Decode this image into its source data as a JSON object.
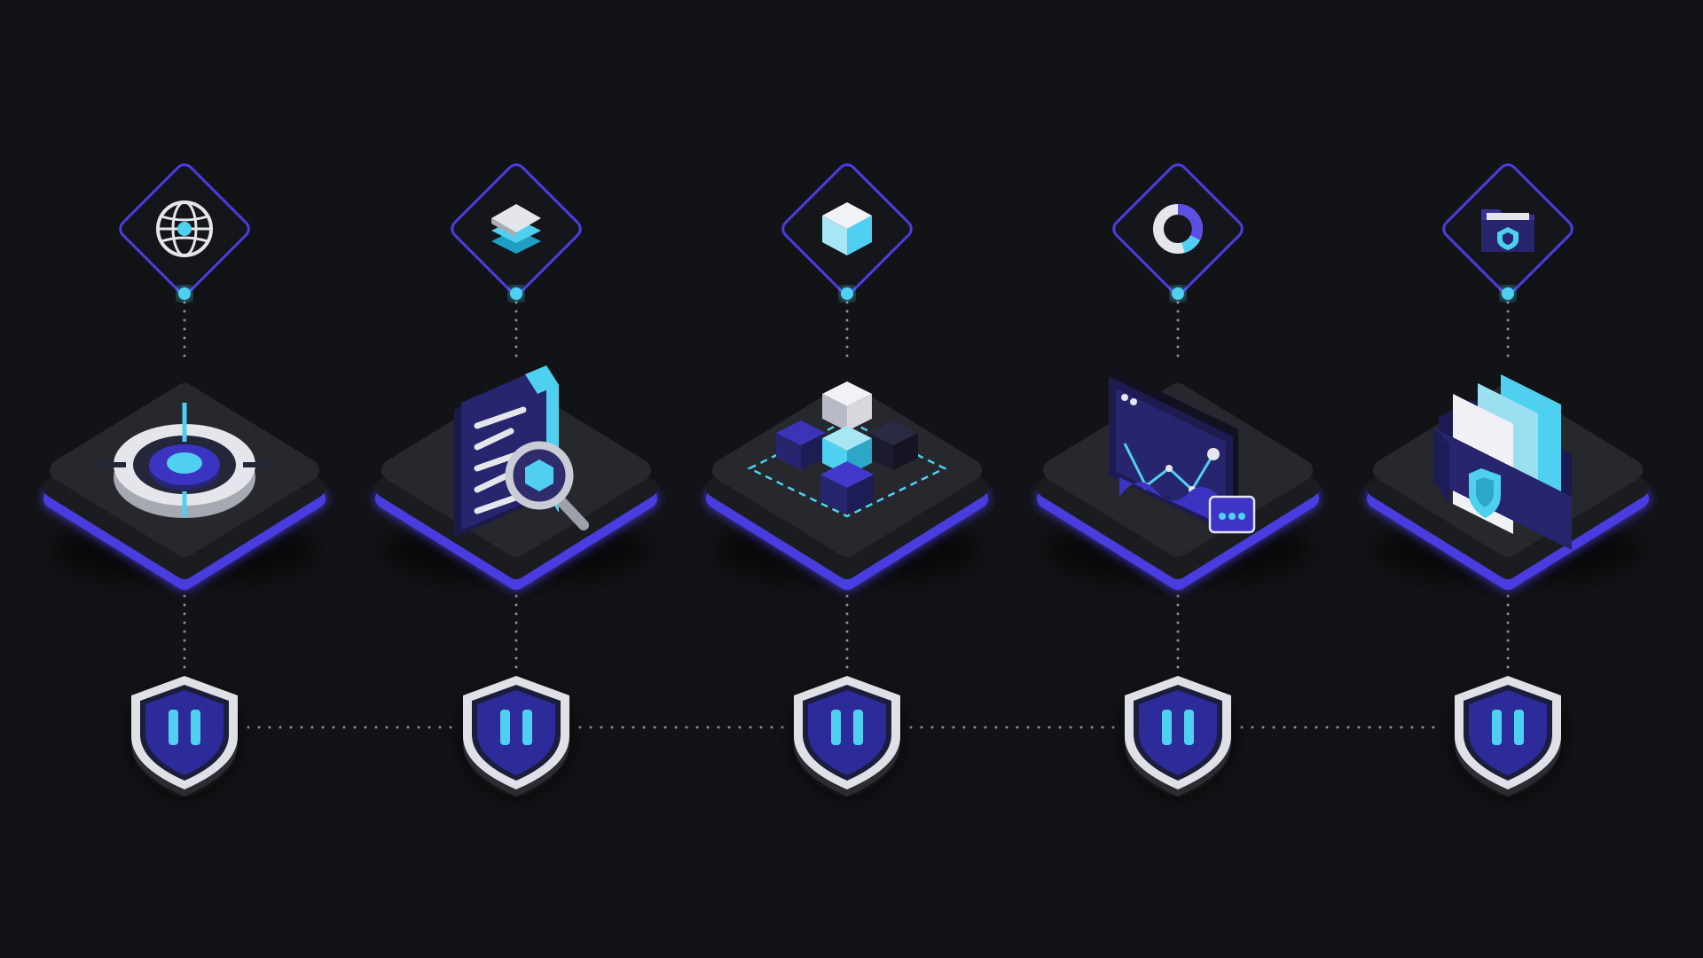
{
  "diagram": {
    "type": "pipeline",
    "colors": {
      "background": "#121316",
      "platform_top": "#26282e",
      "platform_side": "#1b1c20",
      "accent_purple": "#4a3ee0",
      "accent_cyan": "#4fd0f0",
      "navy": "#27256e",
      "light_gray": "#e4e6ec",
      "dots": "#8d8f97"
    },
    "stages": [
      {
        "top_icon": "globe-icon",
        "main_icon": "target-icon",
        "shield_icon": "pause-icon"
      },
      {
        "top_icon": "layers-icon",
        "main_icon": "document-search-icon",
        "shield_icon": "pause-icon"
      },
      {
        "top_icon": "cube-icon",
        "main_icon": "cube-cluster-icon",
        "shield_icon": "pause-icon"
      },
      {
        "top_icon": "donut-chart-icon",
        "main_icon": "analytics-monitor-icon",
        "shield_icon": "pause-icon"
      },
      {
        "top_icon": "secure-folder-icon",
        "main_icon": "file-folder-shield-icon",
        "shield_icon": "pause-icon"
      }
    ],
    "connections": [
      {
        "from": 0,
        "to": 1,
        "style": "arrow"
      },
      {
        "from": 1,
        "to": 2,
        "style": "arrow"
      },
      {
        "from": 2,
        "to": 3,
        "style": "arrow"
      },
      {
        "from": 3,
        "to": 4,
        "style": "arrow"
      }
    ]
  }
}
